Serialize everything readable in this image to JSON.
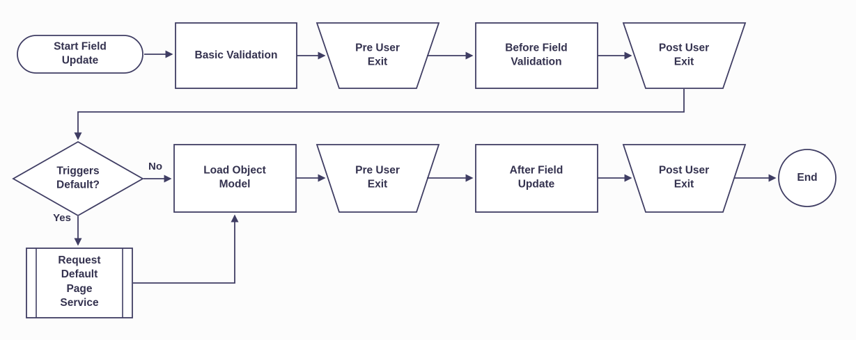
{
  "colors": {
    "background": "#fcfcfc",
    "node_fill": "#ffffff",
    "stroke": "#3f3d63",
    "text": "#34324f"
  },
  "nodes": {
    "start": {
      "label": "Start Field Update",
      "shape": "terminator"
    },
    "basic_validation": {
      "label": "Basic Validation",
      "shape": "process"
    },
    "pre_user_exit_top": {
      "label": "Pre User Exit",
      "shape": "trapezoid"
    },
    "before_field_validation": {
      "label": "Before Field Validation",
      "shape": "process"
    },
    "post_user_exit_top": {
      "label": "Post User Exit",
      "shape": "trapezoid"
    },
    "triggers_default": {
      "label": "Triggers Default?",
      "shape": "decision"
    },
    "load_object_model": {
      "label": "Load Object Model",
      "shape": "process"
    },
    "pre_user_exit_bottom": {
      "label": "Pre User Exit",
      "shape": "trapezoid"
    },
    "after_field_update": {
      "label": "After Field Update",
      "shape": "process"
    },
    "post_user_exit_bottom": {
      "label": "Post User Exit",
      "shape": "trapezoid"
    },
    "end": {
      "label": "End",
      "shape": "circle"
    },
    "request_default_page_service": {
      "label": "Request Default Page Service",
      "shape": "predefined_process"
    }
  },
  "edge_labels": {
    "no": "No",
    "yes": "Yes"
  }
}
